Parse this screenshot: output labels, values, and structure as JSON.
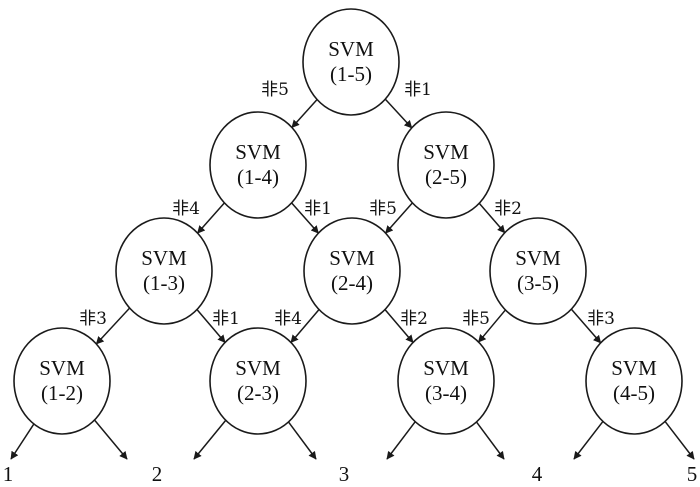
{
  "nodes": [
    {
      "id": "n15",
      "line1": "SVM",
      "line2": "(1-5)"
    },
    {
      "id": "n14",
      "line1": "SVM",
      "line2": "(1-4)"
    },
    {
      "id": "n25",
      "line1": "SVM",
      "line2": "(2-5)"
    },
    {
      "id": "n13",
      "line1": "SVM",
      "line2": "(1-3)"
    },
    {
      "id": "n24",
      "line1": "SVM",
      "line2": "(2-4)"
    },
    {
      "id": "n35",
      "line1": "SVM",
      "line2": "(3-5)"
    },
    {
      "id": "n12",
      "line1": "SVM",
      "line2": "(1-2)"
    },
    {
      "id": "n23",
      "line1": "SVM",
      "line2": "(2-3)"
    },
    {
      "id": "n34",
      "line1": "SVM",
      "line2": "(3-4)"
    },
    {
      "id": "n45",
      "line1": "SVM",
      "line2": "(4-5)"
    }
  ],
  "edges": [
    {
      "from": "n15",
      "to": "n14",
      "label": "非5"
    },
    {
      "from": "n15",
      "to": "n25",
      "label": "非1"
    },
    {
      "from": "n14",
      "to": "n13",
      "label": "非4"
    },
    {
      "from": "n14",
      "to": "n24",
      "label": "非1"
    },
    {
      "from": "n25",
      "to": "n24",
      "label": "非5"
    },
    {
      "from": "n25",
      "to": "n35",
      "label": "非2"
    },
    {
      "from": "n13",
      "to": "n12",
      "label": "非3"
    },
    {
      "from": "n13",
      "to": "n23",
      "label": "非1"
    },
    {
      "from": "n24",
      "to": "n23",
      "label": "非4"
    },
    {
      "from": "n24",
      "to": "n34",
      "label": "非2"
    },
    {
      "from": "n35",
      "to": "n34",
      "label": "非5"
    },
    {
      "from": "n35",
      "to": "n45",
      "label": "非3"
    }
  ],
  "leaves": [
    {
      "id": "c1",
      "label": "1"
    },
    {
      "id": "c2",
      "label": "2"
    },
    {
      "id": "c3",
      "label": "3"
    },
    {
      "id": "c4",
      "label": "4"
    },
    {
      "id": "c5",
      "label": "5"
    }
  ],
  "leaf_edges": [
    {
      "from": "n12",
      "to": "c1"
    },
    {
      "from": "n12",
      "to": "c2"
    },
    {
      "from": "n23",
      "to": "c2"
    },
    {
      "from": "n23",
      "to": "c3"
    },
    {
      "from": "n34",
      "to": "c3"
    },
    {
      "from": "n34",
      "to": "c4"
    },
    {
      "from": "n45",
      "to": "c4"
    },
    {
      "from": "n45",
      "to": "c5"
    }
  ]
}
